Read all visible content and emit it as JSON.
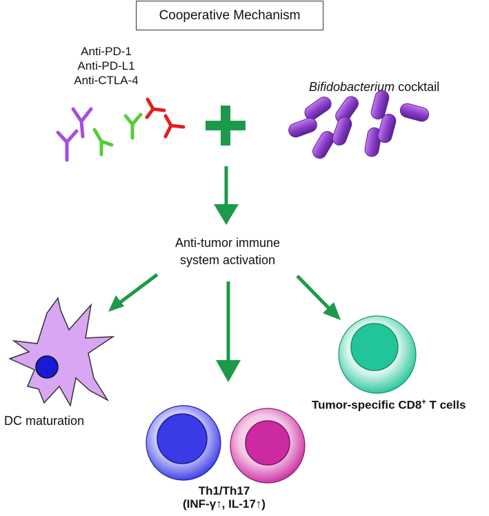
{
  "title": "Cooperative Mechanism",
  "drugs": [
    "Anti-PD-1",
    "Anti-PD-L1",
    "Anti-CTLA-4"
  ],
  "cocktail": {
    "italic": "Bifidobacterium",
    "rest": " cocktail"
  },
  "activation": [
    "Anti-tumor immune",
    "system activation"
  ],
  "labels": {
    "dc": "DC maturation",
    "cd8_pre": "Tumor-specific CD8",
    "cd8_sup": "+",
    "cd8_post": " T cells",
    "th_line1": "Th1/Th17",
    "th_line2": "(INF-γ↑, IL-17↑)"
  },
  "colors": {
    "arrow": "#1c9a4a",
    "plus": "#1c9a4a",
    "antibody_purple": "#a64ee0",
    "antibody_green": "#55cc3a",
    "antibody_red": "#e02020",
    "bacteria": "#8a3fc8",
    "dc_body": "#d9a6f2",
    "dc_nucleus": "#1a1ad6",
    "cd8_cell": "#22c59a",
    "th1_cell": "#3a3ae6",
    "th17_cell": "#cc2aa0"
  }
}
